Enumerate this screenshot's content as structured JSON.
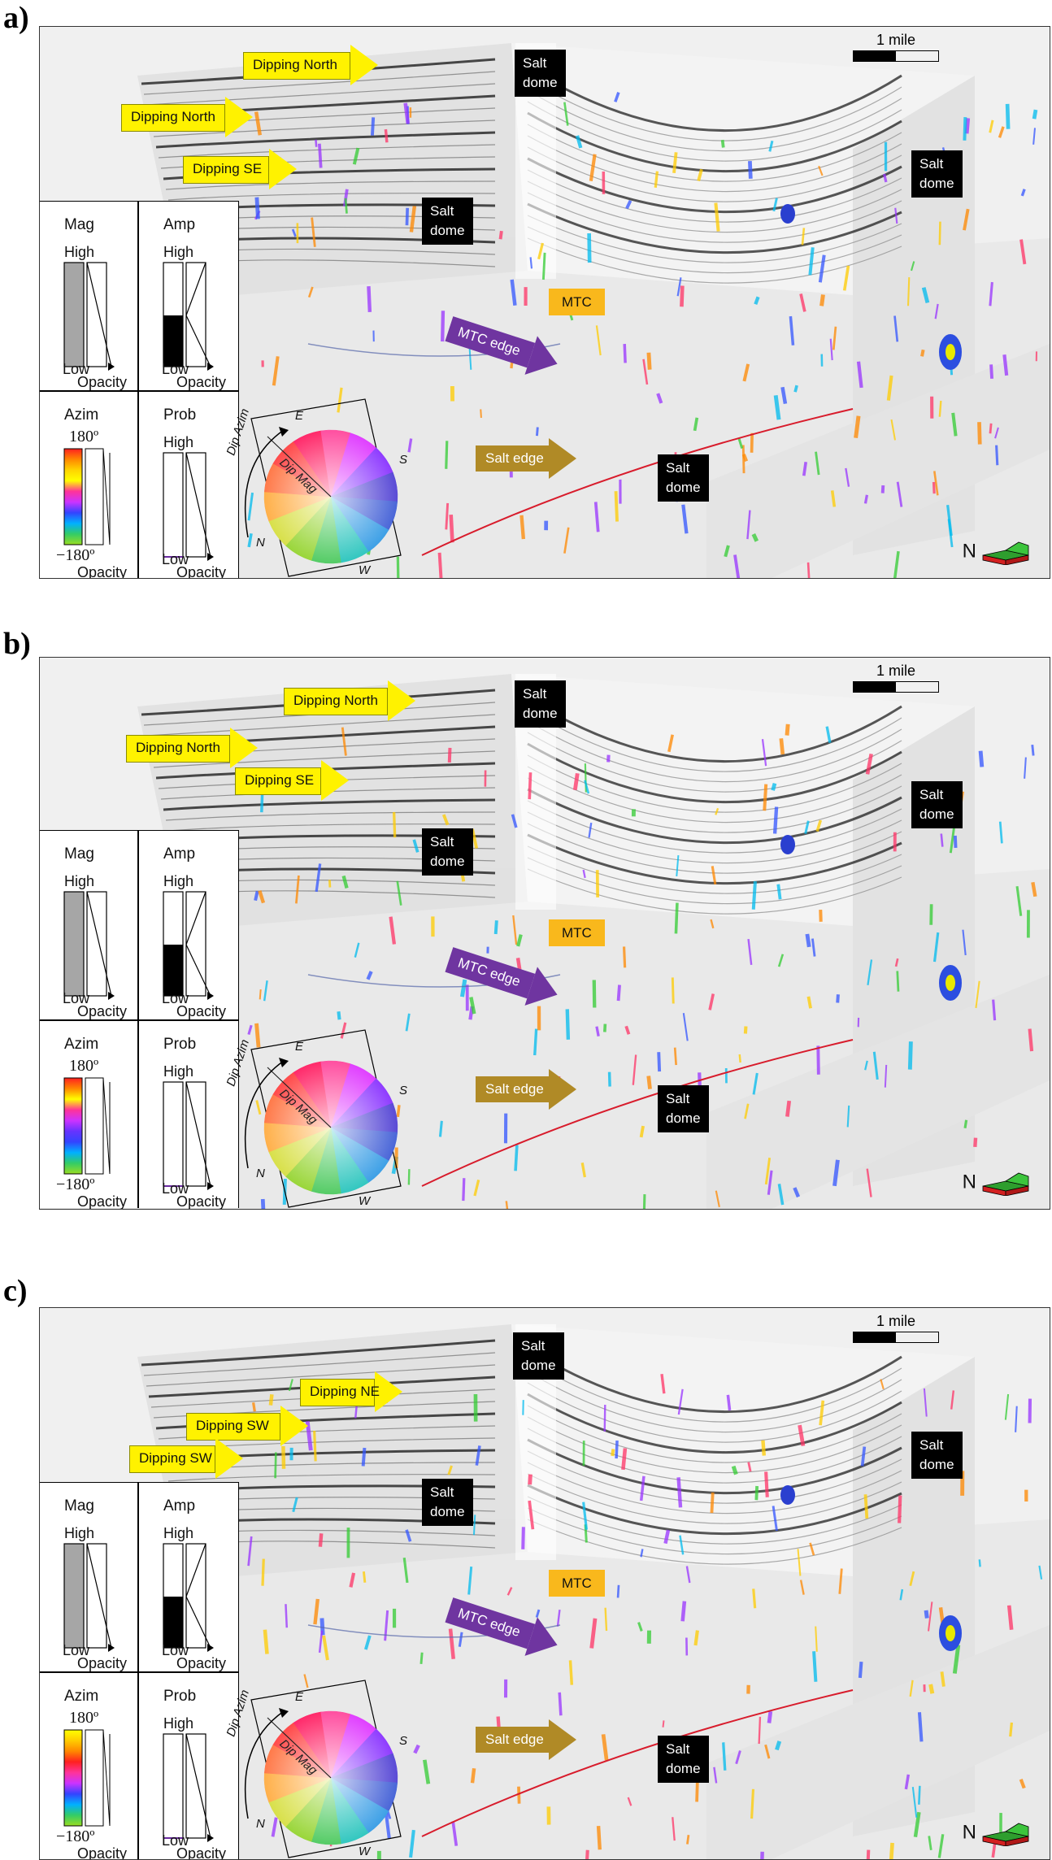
{
  "panels": [
    {
      "letter": "a)",
      "arrows": {
        "top": "Dipping North",
        "mid": "Dipping North",
        "low": "Dipping SE"
      },
      "salt_domes": [
        "Salt\ndome",
        "Salt\ndome",
        "Salt\ndome",
        "Salt\ndome"
      ],
      "mtc": "MTC",
      "mtc_edge": "MTC edge",
      "salt_edge": "Salt edge",
      "scale": "1 mile",
      "north": "N",
      "azim_colors": [
        "#ff2020",
        "#ff8800",
        "#ffd400",
        "#ffff00",
        "#ff3399",
        "#cc33ff",
        "#3344ff",
        "#00b0ff",
        "#33cc66",
        "#99dd22"
      ]
    },
    {
      "letter": "b)",
      "arrows": {
        "top": "Dipping North",
        "mid": "Dipping North",
        "low": "Dipping SE"
      },
      "salt_domes": [
        "Salt\ndome",
        "Salt\ndome",
        "Salt\ndome",
        "Salt\ndome"
      ],
      "mtc": "MTC",
      "mtc_edge": "MTC edge",
      "salt_edge": "Salt edge",
      "scale": "1 mile",
      "north": "N",
      "azim_colors": [
        "#ff2020",
        "#ff8800",
        "#ffff00",
        "#ff3399",
        "#cc33ff",
        "#6633ff",
        "#3344ff",
        "#00b0ff",
        "#33cc66",
        "#99dd22"
      ]
    },
    {
      "letter": "c)",
      "arrows": {
        "top": "Dipping NE",
        "mid": "Dipping SW",
        "low": "Dipping SW"
      },
      "salt_domes": [
        "Salt\ndome",
        "Salt\ndome",
        "Salt\ndome",
        "Salt\ndome"
      ],
      "mtc": "MTC",
      "mtc_edge": "MTC edge",
      "salt_edge": "Salt edge",
      "scale": "1 mile",
      "north": "N",
      "azim_colors": [
        "#ffff00",
        "#ffcc00",
        "#ff8800",
        "#ff2020",
        "#ff3399",
        "#cc33ff",
        "#3344ff",
        "#00b0ff",
        "#33cc66",
        "#99dd22"
      ]
    }
  ],
  "legend": {
    "mag": {
      "title": "Mag",
      "high": "High",
      "low": "Low",
      "opacity": "Opacity"
    },
    "amp": {
      "title": "Amp",
      "high": "High",
      "low": "Low",
      "opacity": "Opacity"
    },
    "azim": {
      "title": "Azim",
      "top": "180º",
      "bottom": "−180º",
      "opacity": "Opacity"
    },
    "prob": {
      "title": "Prob",
      "high": "High",
      "low": "Low",
      "opacity": "Opacity"
    }
  },
  "wheel": {
    "dip_azim": "Dip Azim",
    "dip_mag": "Dip Mag",
    "e": "E",
    "s": "S",
    "w": "W",
    "n": "N"
  }
}
